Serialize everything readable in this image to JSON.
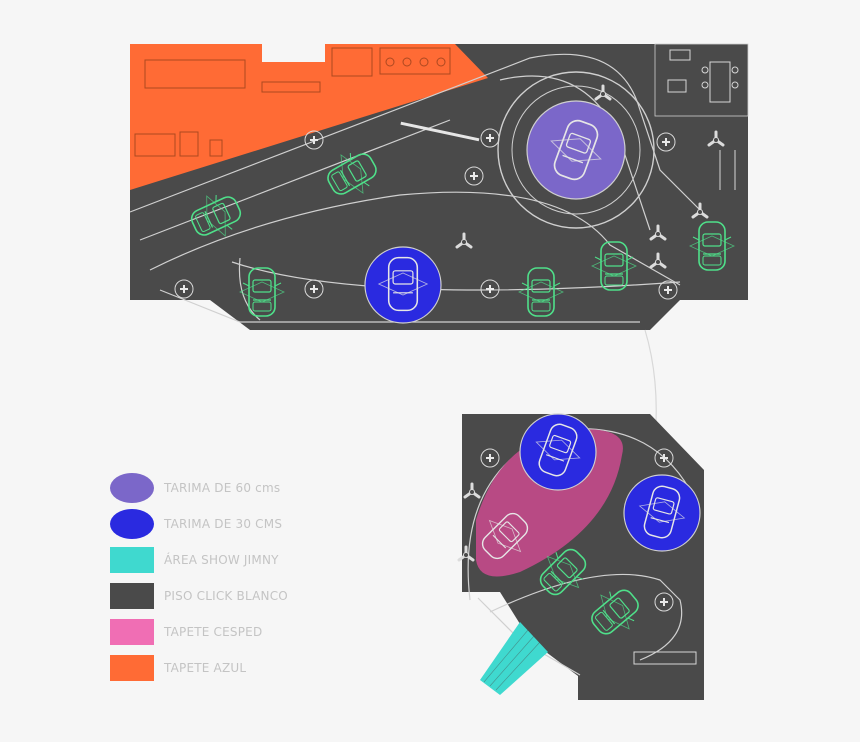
{
  "colors": {
    "background": "#f6f6f6",
    "floor": "#4a4a4a",
    "blue_carpet": "#ff6b35",
    "platform_60": "#7b67c9",
    "platform_30": "#2a2ae0",
    "jimny_show": "#3fd9cf",
    "grass_carpet": "#b84a84",
    "car_outline": "#4fe08a",
    "line": "#cfcfcf"
  },
  "legend": [
    {
      "key": "tarima-60",
      "label": "TARIMA DE 60 cms",
      "color": "#7b67c9",
      "shape": "ellipse"
    },
    {
      "key": "tarima-30",
      "label": "TARIMA DE 30 CMS",
      "color": "#2a2ae0",
      "shape": "ellipse"
    },
    {
      "key": "area-jimny",
      "label": "ÁREA SHOW JIMNY",
      "color": "#3fd9cf",
      "shape": "rect"
    },
    {
      "key": "piso-click",
      "label": "PISO CLICK BLANCO",
      "color": "#4a4a4a",
      "shape": "rect"
    },
    {
      "key": "tapete-cesped",
      "label": "TAPETE CESPED",
      "color": "#f06eb4",
      "shape": "rect"
    },
    {
      "key": "tapete-azul",
      "label": "TAPETE AZUL",
      "color": "#ff6b35",
      "shape": "rect"
    }
  ]
}
